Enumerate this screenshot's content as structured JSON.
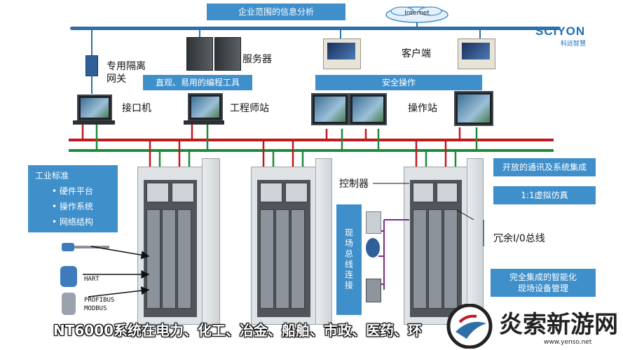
{
  "top_bar_label": "企业范围的信息分析",
  "internet_label": "Internet",
  "logo": {
    "brand": "SCIYON",
    "sub": "科远智慧"
  },
  "gateway_label": "专用隔离\n网关",
  "server_label": "服务器",
  "client_label": "客户端",
  "programming_tool_label": "直观、易用的编程工具",
  "safe_operation_label": "安全操作",
  "interface_label": "接口机",
  "engineer_label": "工程师站",
  "operator_label": "操作站",
  "industry": {
    "title": "工业标准",
    "items": [
      "• 硬件平台",
      "• 操作系统",
      "• 网络结构"
    ]
  },
  "controller_label": "控制器",
  "open_comm_label": "开放的通讯及系统集成",
  "virtual_label": "1:1虚拟仿真",
  "redundant_io_label": "冗余I/0总线",
  "fieldbus_label": "现场总线连接",
  "smart_device_label": "完全集成的智能化\n现场设备管理",
  "hart_label": "HART",
  "profibus_label": "PROFIBUS",
  "modbus_label": "MODBUS",
  "bottom_caption": "NT6000系统在电力、化工、冶金、船舶、市政、医药、环",
  "watermark": {
    "text": "炎索新游网",
    "url": "www.yenso.net"
  },
  "colors": {
    "accent_blue": "#3f8fcb",
    "network_red": "#c0181f",
    "network_green": "#1e8a3a",
    "trunk_blue": "#2f6fa8"
  }
}
